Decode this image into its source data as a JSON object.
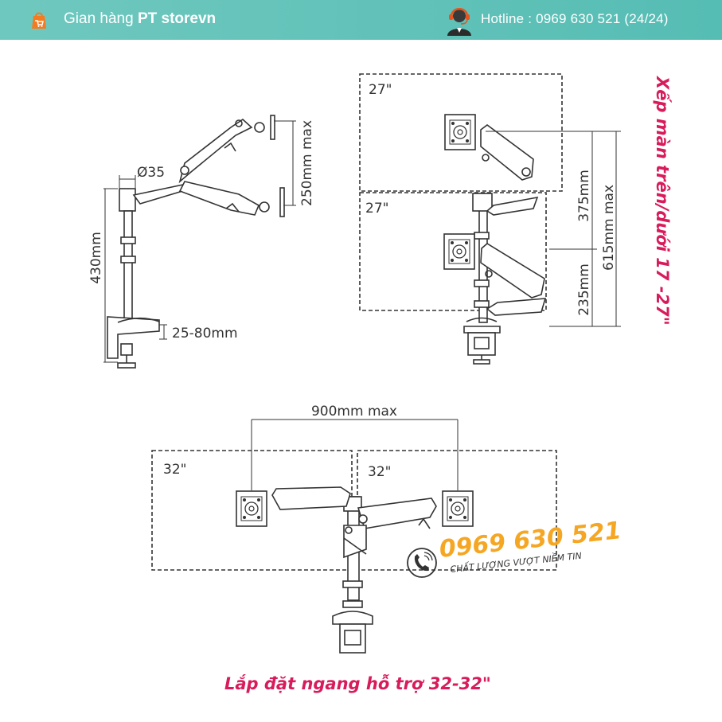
{
  "header": {
    "shop_prefix": "Gian hàng ",
    "shop_name": "PT storevn",
    "hotline": "Hotline : 0969 630 521 (24/24)",
    "icons": [
      "shopping-bag-icon",
      "support-agent-icon"
    ]
  },
  "side_view": {
    "diameter": "Ø35",
    "arm_height": "250mm max",
    "pole_height": "430mm",
    "clamp_range": "25-80mm"
  },
  "vertical_view": {
    "top_screen": "27\"",
    "bottom_screen": "27\"",
    "upper_gap": "375mm",
    "lower_gap": "235mm",
    "total_height": "615mm max",
    "caption": "Xếp màn trên/dưới 17 -27\""
  },
  "horizontal_view": {
    "span": "900mm max",
    "left_screen": "32\"",
    "right_screen": "32\"",
    "caption": "Lắp đặt ngang hỗ trợ 32-32\""
  },
  "watermark": {
    "phone": "0969 630 521",
    "slogan": "CHẤT LƯỢNG VƯỢT NIỀM TIN",
    "icon": "phone-icon"
  },
  "colors": {
    "header": "#5cc0b7",
    "caption": "#d81b5a",
    "watermark": "#f5a623"
  }
}
